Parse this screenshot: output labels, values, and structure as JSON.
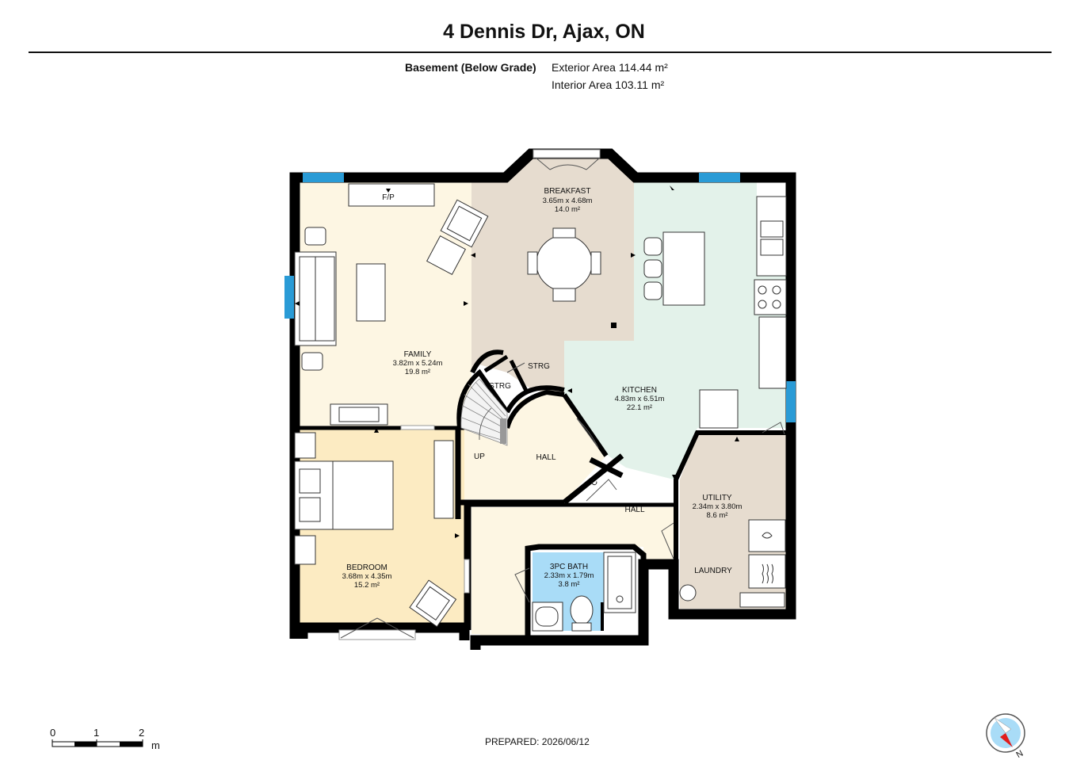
{
  "header": {
    "address": "4 Dennis Dr, Ajax, ON",
    "level": "Basement (Below Grade)",
    "exterior_area": "Exterior Area 114.44 m²",
    "interior_area": "Interior Area 103.11 m²"
  },
  "rooms": {
    "breakfast": {
      "name": "BREAKFAST",
      "dims": "3.65m x 4.68m",
      "area": "14.0 m²"
    },
    "family": {
      "name": "FAMILY",
      "dims": "3.82m x 5.24m",
      "area": "19.8 m²"
    },
    "kitchen": {
      "name": "KITCHEN",
      "dims": "4.83m x 6.51m",
      "area": "22.1 m²"
    },
    "bedroom": {
      "name": "BEDROOM",
      "dims": "3.68m x 4.35m",
      "area": "15.2 m²"
    },
    "utility": {
      "name": "UTILITY",
      "dims": "2.34m x 3.80m",
      "area": "8.6 m²"
    },
    "bath": {
      "name": "3PC BATH",
      "dims": "2.33m x 1.79m",
      "area": "3.8 m²"
    }
  },
  "labels": {
    "fp": "F/P",
    "strg_1": "STRG",
    "strg_2": "STRG",
    "up": "UP",
    "hall_1": "HALL",
    "hall_2": "HALL",
    "closet": "C",
    "laundry": "LAUNDRY"
  },
  "footer": {
    "prepared": "PREPARED: 2026/06/12",
    "scale_ticks": [
      "0",
      "1",
      "2"
    ],
    "scale_unit": "m",
    "compass_letter": "N"
  },
  "colors": {
    "wall": "#000000",
    "window": "#2a9bd6",
    "family_floor": "#fdf6e3",
    "breakfast_floor": "#e6dccf",
    "kitchen_floor": "#e3f2ea",
    "bedroom_floor": "#fcebc2",
    "utility_floor": "#e6dccf",
    "bath_floor": "#a9dcf7",
    "compass_needle": "#e11d1d"
  }
}
